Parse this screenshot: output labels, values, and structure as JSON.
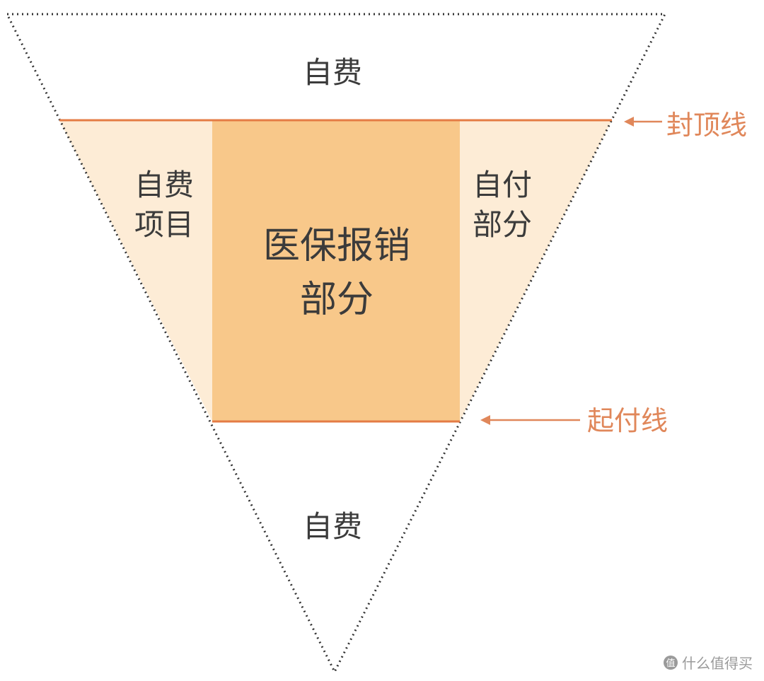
{
  "regions": {
    "top_self_pay": "自费",
    "self_pay_items_line1": "自费",
    "self_pay_items_line2": "项目",
    "insurance_line1": "医保报销",
    "insurance_line2": "部分",
    "copay_line1": "自付",
    "copay_line2": "部分",
    "bottom_self_pay": "自费"
  },
  "callouts": {
    "cap_line": "封顶线",
    "start_line": "起付线"
  },
  "watermark": {
    "icon": "值",
    "text": "什么值得买"
  },
  "colors": {
    "outline": "#333333",
    "side_band": "#fdecd6",
    "center_block": "#f8c88a",
    "threshold_lines": "#e47c45",
    "callout_text": "#e0875a"
  }
}
